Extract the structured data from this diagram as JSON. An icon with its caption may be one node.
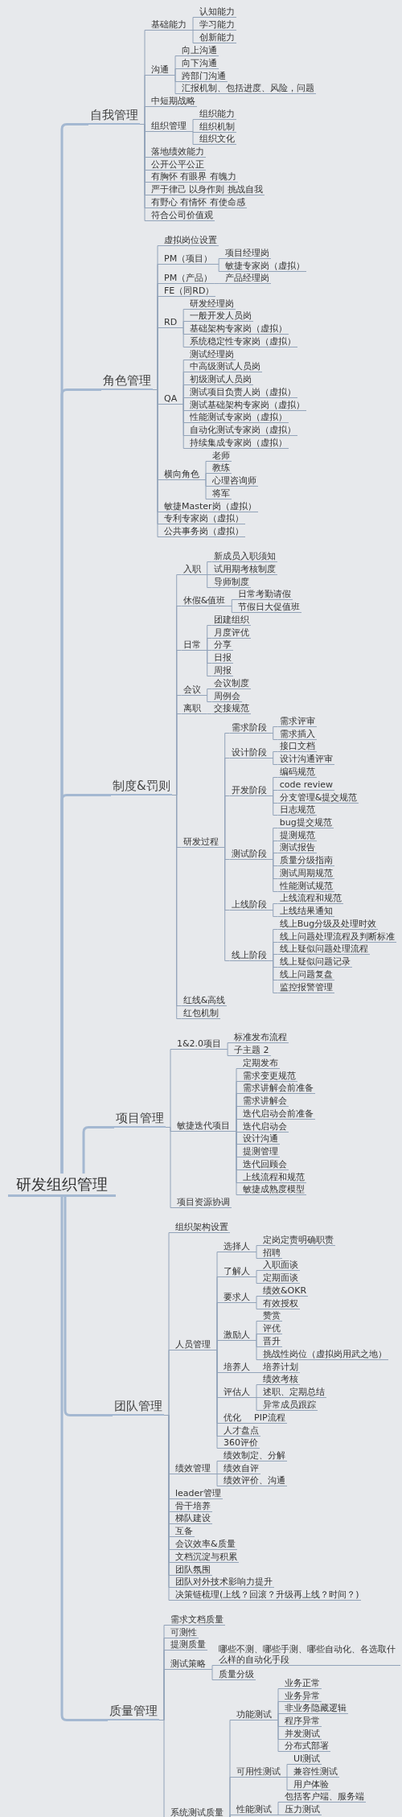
{
  "diagram": {
    "nodes": [
      {
        "text": [
          "研发组织管理"
        ]
      },
      {
        "text": [
          "自我管理"
        ]
      },
      {
        "text": [
          "基础能力"
        ]
      },
      {
        "text": [
          "认知能力"
        ]
      },
      {
        "text": [
          "学习能力"
        ]
      },
      {
        "text": [
          "创新能力"
        ]
      },
      {
        "text": [
          "沟通"
        ]
      },
      {
        "text": [
          "向上沟通"
        ]
      },
      {
        "text": [
          "向下沟通"
        ]
      },
      {
        "text": [
          "跨部门沟通"
        ]
      },
      {
        "text": [
          "汇报机制、包括进度、风险，问题"
        ]
      },
      {
        "text": [
          "中短期战略"
        ]
      },
      {
        "text": [
          "组织管理"
        ]
      },
      {
        "text": [
          "组织能力"
        ]
      },
      {
        "text": [
          "组织机制"
        ]
      },
      {
        "text": [
          "组织文化"
        ]
      },
      {
        "text": [
          "落地绩效能力"
        ]
      },
      {
        "text": [
          "公开公平公正"
        ]
      },
      {
        "text": [
          "有胸怀 有眼界 有魄力"
        ]
      },
      {
        "text": [
          "严于律己 以身作则 挑战自我"
        ]
      },
      {
        "text": [
          "有野心 有情怀 有使命感"
        ]
      },
      {
        "text": [
          "符合公司价值观"
        ]
      },
      {
        "text": [
          "角色管理"
        ]
      },
      {
        "text": [
          "虚拟岗位设置"
        ]
      },
      {
        "text": [
          "PM（项目）"
        ]
      },
      {
        "text": [
          "项目经理岗"
        ]
      },
      {
        "text": [
          "敏捷专家岗（虚拟）"
        ]
      },
      {
        "text": [
          "PM（产品）"
        ]
      },
      {
        "text": [
          "产品经理岗"
        ]
      },
      {
        "text": [
          "FE（同RD）"
        ]
      },
      {
        "text": [
          "RD"
        ]
      },
      {
        "text": [
          "研发经理岗"
        ]
      },
      {
        "text": [
          "一般开发人员岗"
        ]
      },
      {
        "text": [
          "基础架构专家岗（虚拟）"
        ]
      },
      {
        "text": [
          "系统稳定性专家岗（虚拟）"
        ]
      },
      {
        "text": [
          "QA"
        ]
      },
      {
        "text": [
          "测试经理岗"
        ]
      },
      {
        "text": [
          "中高级测试人员岗"
        ]
      },
      {
        "text": [
          "初级测试人员岗"
        ]
      },
      {
        "text": [
          "测试项目负责人岗（虚拟）"
        ]
      },
      {
        "text": [
          "测试基础架构专家岗（虚拟）"
        ]
      },
      {
        "text": [
          "性能测试专家岗（虚拟）"
        ]
      },
      {
        "text": [
          "自动化测试专家岗（虚拟）"
        ]
      },
      {
        "text": [
          "持续集成专家岗（虚拟）"
        ]
      },
      {
        "text": [
          "横向角色"
        ]
      },
      {
        "text": [
          "老师"
        ]
      },
      {
        "text": [
          "教练"
        ]
      },
      {
        "text": [
          "心理咨询师"
        ]
      },
      {
        "text": [
          "将军"
        ]
      },
      {
        "text": [
          "敏捷Master岗（虚拟）"
        ]
      },
      {
        "text": [
          "专利专家岗（虚拟）"
        ]
      },
      {
        "text": [
          "公共事务岗（虚拟）"
        ]
      },
      {
        "text": [
          "制度&罚则"
        ]
      },
      {
        "text": [
          "入职"
        ]
      },
      {
        "text": [
          "新成员入职须知"
        ]
      },
      {
        "text": [
          "试用期考核制度"
        ]
      },
      {
        "text": [
          "导师制度"
        ]
      },
      {
        "text": [
          "休假&值班"
        ]
      },
      {
        "text": [
          "日常考勤请假"
        ]
      },
      {
        "text": [
          "节假日大促值班"
        ]
      },
      {
        "text": [
          "日常"
        ]
      },
      {
        "text": [
          "团建组织"
        ]
      },
      {
        "text": [
          "月度评优"
        ]
      },
      {
        "text": [
          "分享"
        ]
      },
      {
        "text": [
          "日报"
        ]
      },
      {
        "text": [
          "周报"
        ]
      },
      {
        "text": [
          "会议"
        ]
      },
      {
        "text": [
          "会议制度"
        ]
      },
      {
        "text": [
          "周例会"
        ]
      },
      {
        "text": [
          "离职"
        ]
      },
      {
        "text": [
          "交接规范"
        ]
      },
      {
        "text": [
          "研发过程"
        ]
      },
      {
        "text": [
          "需求阶段"
        ]
      },
      {
        "text": [
          "需求评审"
        ]
      },
      {
        "text": [
          "需求插入"
        ]
      },
      {
        "text": [
          "设计阶段"
        ]
      },
      {
        "text": [
          "接口文档"
        ]
      },
      {
        "text": [
          "设计沟通评审"
        ]
      },
      {
        "text": [
          "开发阶段"
        ]
      },
      {
        "text": [
          "编码规范"
        ]
      },
      {
        "text": [
          "code review"
        ]
      },
      {
        "text": [
          "分支管理&提交规范"
        ]
      },
      {
        "text": [
          "日志规范"
        ]
      },
      {
        "text": [
          "测试阶段"
        ]
      },
      {
        "text": [
          "bug提交规范"
        ]
      },
      {
        "text": [
          "提测规范"
        ]
      },
      {
        "text": [
          "测试报告"
        ]
      },
      {
        "text": [
          "质量分级指南"
        ]
      },
      {
        "text": [
          "测试周期规范"
        ]
      },
      {
        "text": [
          "性能测试规范"
        ]
      },
      {
        "text": [
          "上线阶段"
        ]
      },
      {
        "text": [
          "上线流程和规范"
        ]
      },
      {
        "text": [
          "上线结果通知"
        ]
      },
      {
        "text": [
          "线上阶段"
        ]
      },
      {
        "text": [
          "线上Bug分级及处理时效"
        ]
      },
      {
        "text": [
          "线上问题处理流程及判断标准"
        ]
      },
      {
        "text": [
          "线上疑似问题处理流程"
        ]
      },
      {
        "text": [
          "线上疑似问题记录"
        ]
      },
      {
        "text": [
          "线上问题复盘"
        ]
      },
      {
        "text": [
          "监控报警管理"
        ]
      },
      {
        "text": [
          "红线&高线"
        ]
      },
      {
        "text": [
          "红包机制"
        ]
      },
      {
        "text": [
          "项目管理"
        ]
      },
      {
        "text": [
          "1&2.0项目"
        ]
      },
      {
        "text": [
          "标准发布流程"
        ]
      },
      {
        "text": [
          "子主题 2"
        ]
      },
      {
        "text": [
          "敏捷迭代项目"
        ]
      },
      {
        "text": [
          "定期发布"
        ]
      },
      {
        "text": [
          "需求变更规范"
        ]
      },
      {
        "text": [
          "需求讲解会前准备"
        ]
      },
      {
        "text": [
          "需求讲解会"
        ]
      },
      {
        "text": [
          "迭代启动会前准备"
        ]
      },
      {
        "text": [
          "迭代启动会"
        ]
      },
      {
        "text": [
          "设计沟通"
        ]
      },
      {
        "text": [
          "提测管理"
        ]
      },
      {
        "text": [
          "迭代回顾会"
        ]
      },
      {
        "text": [
          "上线流程和规范"
        ]
      },
      {
        "text": [
          "敏捷成熟度模型"
        ]
      },
      {
        "text": [
          "项目资源协调"
        ]
      },
      {
        "text": [
          "团队管理"
        ]
      },
      {
        "text": [
          "组织架构设置"
        ]
      },
      {
        "text": [
          "人员管理"
        ]
      },
      {
        "text": [
          "选择人"
        ]
      },
      {
        "text": [
          "定岗定责明确职责"
        ]
      },
      {
        "text": [
          "招聘"
        ]
      },
      {
        "text": [
          "了解人"
        ]
      },
      {
        "text": [
          "入职面谈"
        ]
      },
      {
        "text": [
          "定期面谈"
        ]
      },
      {
        "text": [
          "要求人"
        ]
      },
      {
        "text": [
          "绩效&OKR"
        ]
      },
      {
        "text": [
          "有效授权"
        ]
      },
      {
        "text": [
          "激励人"
        ]
      },
      {
        "text": [
          "赞赏"
        ]
      },
      {
        "text": [
          "评优"
        ]
      },
      {
        "text": [
          "晋升"
        ]
      },
      {
        "text": [
          "挑战性岗位（虚拟岗用武之地）"
        ]
      },
      {
        "text": [
          "培养人"
        ]
      },
      {
        "text": [
          "培养计划"
        ]
      },
      {
        "text": [
          "评估人"
        ]
      },
      {
        "text": [
          "绩效考核"
        ]
      },
      {
        "text": [
          "述职、定期总结"
        ]
      },
      {
        "text": [
          "异常成员跟踪"
        ]
      },
      {
        "text": [
          "优化"
        ]
      },
      {
        "text": [
          "PIP流程"
        ]
      },
      {
        "text": [
          "人才盘点"
        ]
      },
      {
        "text": [
          "360评价"
        ]
      },
      {
        "text": [
          "绩效管理"
        ]
      },
      {
        "text": [
          "绩效制定、分解"
        ]
      },
      {
        "text": [
          "绩效自评"
        ]
      },
      {
        "text": [
          "绩效评价、沟通"
        ]
      },
      {
        "text": [
          "leader管理"
        ]
      },
      {
        "text": [
          "骨干培养"
        ]
      },
      {
        "text": [
          "梯队建设"
        ]
      },
      {
        "text": [
          "互备"
        ]
      },
      {
        "text": [
          "会议效率&质量"
        ]
      },
      {
        "text": [
          "文档沉淀与积累"
        ]
      },
      {
        "text": [
          "团队氛围"
        ]
      },
      {
        "text": [
          "团队对外技术影响力提升"
        ]
      },
      {
        "text": [
          "决策链梳理(上线？回滚？升级再上线？时间？)"
        ]
      },
      {
        "text": [
          "质量管理"
        ]
      },
      {
        "text": [
          "需求文档质量"
        ]
      },
      {
        "text": [
          "可测性"
        ]
      },
      {
        "text": [
          "提测质量"
        ]
      },
      {
        "text": [
          "测试策略"
        ]
      },
      {
        "text": [
          "哪些不测、哪些手测、哪些自动化、各选取什么样的自动化手段"
        ]
      },
      {
        "text": [
          "质量分级"
        ]
      },
      {
        "text": [
          "系统测试质量"
        ]
      },
      {
        "text": [
          "功能测试"
        ]
      },
      {
        "text": [
          "业务正常"
        ]
      },
      {
        "text": [
          "业务异常"
        ]
      },
      {
        "text": [
          "非业务隐藏逻辑"
        ]
      },
      {
        "text": [
          "程序异常"
        ]
      },
      {
        "text": [
          "并发测试"
        ]
      },
      {
        "text": [
          "分布式部署"
        ]
      },
      {
        "text": [
          "可用性测试"
        ]
      },
      {
        "text": [
          "UI测试"
        ]
      },
      {
        "text": [
          "兼容性测试"
        ]
      },
      {
        "text": [
          "用户体验"
        ]
      },
      {
        "text": [
          "性能测试"
        ]
      },
      {
        "text": [
          "包括客户端、服务端"
        ]
      },
      {
        "text": [
          "压力测试"
        ]
      }
    ],
    "edges": [
      {
        "from": 0,
        "to": 1,
        "arrow": "none"
      },
      {
        "from": 1,
        "to": 2,
        "arrow": "none"
      },
      {
        "from": 2,
        "to": 3,
        "arrow": "none"
      },
      {
        "from": 2,
        "to": 4,
        "arrow": "none"
      },
      {
        "from": 2,
        "to": 5,
        "arrow": "none"
      },
      {
        "from": 1,
        "to": 6,
        "arrow": "none"
      },
      {
        "from": 6,
        "to": 7,
        "arrow": "none"
      },
      {
        "from": 6,
        "to": 8,
        "arrow": "none"
      },
      {
        "from": 6,
        "to": 9,
        "arrow": "none"
      },
      {
        "from": 6,
        "to": 10,
        "arrow": "none"
      },
      {
        "from": 1,
        "to": 11,
        "arrow": "none"
      },
      {
        "from": 1,
        "to": 12,
        "arrow": "none"
      },
      {
        "from": 12,
        "to": 13,
        "arrow": "none"
      },
      {
        "from": 12,
        "to": 14,
        "arrow": "none"
      },
      {
        "from": 12,
        "to": 15,
        "arrow": "none"
      },
      {
        "from": 1,
        "to": 16,
        "arrow": "none"
      },
      {
        "from": 1,
        "to": 17,
        "arrow": "none"
      },
      {
        "from": 1,
        "to": 18,
        "arrow": "none"
      },
      {
        "from": 1,
        "to": 19,
        "arrow": "none"
      },
      {
        "from": 1,
        "to": 20,
        "arrow": "none"
      },
      {
        "from": 1,
        "to": 21,
        "arrow": "none"
      },
      {
        "from": 0,
        "to": 22,
        "arrow": "none"
      },
      {
        "from": 22,
        "to": 23,
        "arrow": "none"
      },
      {
        "from": 22,
        "to": 24,
        "arrow": "none"
      },
      {
        "from": 24,
        "to": 25,
        "arrow": "none"
      },
      {
        "from": 24,
        "to": 26,
        "arrow": "none"
      },
      {
        "from": 22,
        "to": 27,
        "arrow": "none"
      },
      {
        "from": 27,
        "to": 28,
        "arrow": "none"
      },
      {
        "from": 22,
        "to": 29,
        "arrow": "none"
      },
      {
        "from": 22,
        "to": 30,
        "arrow": "none"
      },
      {
        "from": 30,
        "to": 31,
        "arrow": "none"
      },
      {
        "from": 30,
        "to": 32,
        "arrow": "none"
      },
      {
        "from": 30,
        "to": 33,
        "arrow": "none"
      },
      {
        "from": 30,
        "to": 34,
        "arrow": "none"
      },
      {
        "from": 22,
        "to": 35,
        "arrow": "none"
      },
      {
        "from": 35,
        "to": 36,
        "arrow": "none"
      },
      {
        "from": 35,
        "to": 37,
        "arrow": "none"
      },
      {
        "from": 35,
        "to": 38,
        "arrow": "none"
      },
      {
        "from": 35,
        "to": 39,
        "arrow": "none"
      },
      {
        "from": 35,
        "to": 40,
        "arrow": "none"
      },
      {
        "from": 35,
        "to": 41,
        "arrow": "none"
      },
      {
        "from": 35,
        "to": 42,
        "arrow": "none"
      },
      {
        "from": 35,
        "to": 43,
        "arrow": "none"
      },
      {
        "from": 22,
        "to": 44,
        "arrow": "none"
      },
      {
        "from": 44,
        "to": 45,
        "arrow": "none"
      },
      {
        "from": 44,
        "to": 46,
        "arrow": "none"
      },
      {
        "from": 44,
        "to": 47,
        "arrow": "none"
      },
      {
        "from": 44,
        "to": 48,
        "arrow": "none"
      },
      {
        "from": 22,
        "to": 49,
        "arrow": "none"
      },
      {
        "from": 22,
        "to": 50,
        "arrow": "none"
      },
      {
        "from": 22,
        "to": 51,
        "arrow": "none"
      },
      {
        "from": 0,
        "to": 52,
        "arrow": "none"
      },
      {
        "from": 52,
        "to": 53,
        "arrow": "none"
      },
      {
        "from": 53,
        "to": 54,
        "arrow": "none"
      },
      {
        "from": 53,
        "to": 55,
        "arrow": "none"
      },
      {
        "from": 53,
        "to": 56,
        "arrow": "none"
      },
      {
        "from": 52,
        "to": 57,
        "arrow": "none"
      },
      {
        "from": 57,
        "to": 58,
        "arrow": "none"
      },
      {
        "from": 57,
        "to": 59,
        "arrow": "none"
      },
      {
        "from": 52,
        "to": 60,
        "arrow": "none"
      },
      {
        "from": 60,
        "to": 61,
        "arrow": "none"
      },
      {
        "from": 60,
        "to": 62,
        "arrow": "none"
      },
      {
        "from": 60,
        "to": 63,
        "arrow": "none"
      },
      {
        "from": 60,
        "to": 64,
        "arrow": "none"
      },
      {
        "from": 60,
        "to": 65,
        "arrow": "none"
      },
      {
        "from": 52,
        "to": 66,
        "arrow": "none"
      },
      {
        "from": 66,
        "to": 67,
        "arrow": "none"
      },
      {
        "from": 66,
        "to": 68,
        "arrow": "none"
      },
      {
        "from": 52,
        "to": 69,
        "arrow": "none"
      },
      {
        "from": 69,
        "to": 70,
        "arrow": "none"
      },
      {
        "from": 52,
        "to": 71,
        "arrow": "none"
      },
      {
        "from": 71,
        "to": 72,
        "arrow": "none"
      },
      {
        "from": 72,
        "to": 73,
        "arrow": "none"
      },
      {
        "from": 72,
        "to": 74,
        "arrow": "none"
      },
      {
        "from": 71,
        "to": 75,
        "arrow": "none"
      },
      {
        "from": 75,
        "to": 76,
        "arrow": "none"
      },
      {
        "from": 75,
        "to": 77,
        "arrow": "none"
      },
      {
        "from": 71,
        "to": 78,
        "arrow": "none"
      },
      {
        "from": 78,
        "to": 79,
        "arrow": "none"
      },
      {
        "from": 78,
        "to": 80,
        "arrow": "none"
      },
      {
        "from": 78,
        "to": 81,
        "arrow": "none"
      },
      {
        "from": 78,
        "to": 82,
        "arrow": "none"
      },
      {
        "from": 71,
        "to": 83,
        "arrow": "none"
      },
      {
        "from": 83,
        "to": 84,
        "arrow": "none"
      },
      {
        "from": 83,
        "to": 85,
        "arrow": "none"
      },
      {
        "from": 83,
        "to": 86,
        "arrow": "none"
      },
      {
        "from": 83,
        "to": 87,
        "arrow": "none"
      },
      {
        "from": 83,
        "to": 88,
        "arrow": "none"
      },
      {
        "from": 83,
        "to": 89,
        "arrow": "none"
      },
      {
        "from": 71,
        "to": 90,
        "arrow": "none"
      },
      {
        "from": 90,
        "to": 91,
        "arrow": "none"
      },
      {
        "from": 90,
        "to": 92,
        "arrow": "none"
      },
      {
        "from": 71,
        "to": 93,
        "arrow": "none"
      },
      {
        "from": 93,
        "to": 94,
        "arrow": "none"
      },
      {
        "from": 93,
        "to": 95,
        "arrow": "none"
      },
      {
        "from": 93,
        "to": 96,
        "arrow": "none"
      },
      {
        "from": 93,
        "to": 97,
        "arrow": "none"
      },
      {
        "from": 93,
        "to": 98,
        "arrow": "none"
      },
      {
        "from": 93,
        "to": 99,
        "arrow": "none"
      },
      {
        "from": 52,
        "to": 100,
        "arrow": "none"
      },
      {
        "from": 52,
        "to": 101,
        "arrow": "none"
      },
      {
        "from": 0,
        "to": 102,
        "arrow": "none"
      },
      {
        "from": 102,
        "to": 103,
        "arrow": "none"
      },
      {
        "from": 103,
        "to": 104,
        "arrow": "none"
      },
      {
        "from": 103,
        "to": 105,
        "arrow": "none"
      },
      {
        "from": 102,
        "to": 106,
        "arrow": "none"
      },
      {
        "from": 106,
        "to": 107,
        "arrow": "none"
      },
      {
        "from": 106,
        "to": 108,
        "arrow": "none"
      },
      {
        "from": 106,
        "to": 109,
        "arrow": "none"
      },
      {
        "from": 106,
        "to": 110,
        "arrow": "none"
      },
      {
        "from": 106,
        "to": 111,
        "arrow": "none"
      },
      {
        "from": 106,
        "to": 112,
        "arrow": "none"
      },
      {
        "from": 106,
        "to": 113,
        "arrow": "none"
      },
      {
        "from": 106,
        "to": 114,
        "arrow": "none"
      },
      {
        "from": 106,
        "to": 115,
        "arrow": "none"
      },
      {
        "from": 106,
        "to": 116,
        "arrow": "none"
      },
      {
        "from": 106,
        "to": 117,
        "arrow": "none"
      },
      {
        "from": 102,
        "to": 118,
        "arrow": "none"
      },
      {
        "from": 0,
        "to": 119,
        "arrow": "none"
      },
      {
        "from": 119,
        "to": 120,
        "arrow": "none"
      },
      {
        "from": 119,
        "to": 121,
        "arrow": "none"
      },
      {
        "from": 121,
        "to": 122,
        "arrow": "none"
      },
      {
        "from": 122,
        "to": 123,
        "arrow": "none"
      },
      {
        "from": 122,
        "to": 124,
        "arrow": "none"
      },
      {
        "from": 121,
        "to": 125,
        "arrow": "none"
      },
      {
        "from": 125,
        "to": 126,
        "arrow": "none"
      },
      {
        "from": 125,
        "to": 127,
        "arrow": "none"
      },
      {
        "from": 121,
        "to": 128,
        "arrow": "none"
      },
      {
        "from": 128,
        "to": 129,
        "arrow": "none"
      },
      {
        "from": 128,
        "to": 130,
        "arrow": "none"
      },
      {
        "from": 121,
        "to": 131,
        "arrow": "none"
      },
      {
        "from": 131,
        "to": 132,
        "arrow": "none"
      },
      {
        "from": 131,
        "to": 133,
        "arrow": "none"
      },
      {
        "from": 131,
        "to": 134,
        "arrow": "none"
      },
      {
        "from": 131,
        "to": 135,
        "arrow": "none"
      },
      {
        "from": 121,
        "to": 136,
        "arrow": "none"
      },
      {
        "from": 136,
        "to": 137,
        "arrow": "none"
      },
      {
        "from": 121,
        "to": 138,
        "arrow": "none"
      },
      {
        "from": 138,
        "to": 139,
        "arrow": "none"
      },
      {
        "from": 138,
        "to": 140,
        "arrow": "none"
      },
      {
        "from": 138,
        "to": 141,
        "arrow": "none"
      },
      {
        "from": 121,
        "to": 142,
        "arrow": "none"
      },
      {
        "from": 142,
        "to": 143,
        "arrow": "none"
      },
      {
        "from": 121,
        "to": 144,
        "arrow": "none"
      },
      {
        "from": 121,
        "to": 145,
        "arrow": "none"
      },
      {
        "from": 119,
        "to": 146,
        "arrow": "none"
      },
      {
        "from": 146,
        "to": 147,
        "arrow": "none"
      },
      {
        "from": 146,
        "to": 148,
        "arrow": "none"
      },
      {
        "from": 146,
        "to": 149,
        "arrow": "none"
      },
      {
        "from": 119,
        "to": 150,
        "arrow": "none"
      },
      {
        "from": 119,
        "to": 151,
        "arrow": "none"
      },
      {
        "from": 119,
        "to": 152,
        "arrow": "none"
      },
      {
        "from": 119,
        "to": 153,
        "arrow": "none"
      },
      {
        "from": 119,
        "to": 154,
        "arrow": "none"
      },
      {
        "from": 119,
        "to": 155,
        "arrow": "none"
      },
      {
        "from": 119,
        "to": 156,
        "arrow": "none"
      },
      {
        "from": 119,
        "to": 157,
        "arrow": "none"
      },
      {
        "from": 119,
        "to": 158,
        "arrow": "none"
      },
      {
        "from": 0,
        "to": 159,
        "arrow": "none"
      },
      {
        "from": 159,
        "to": 160,
        "arrow": "none"
      },
      {
        "from": 159,
        "to": 161,
        "arrow": "none"
      },
      {
        "from": 159,
        "to": 162,
        "arrow": "none"
      },
      {
        "from": 159,
        "to": 163,
        "arrow": "none"
      },
      {
        "from": 163,
        "to": 164,
        "arrow": "none"
      },
      {
        "from": 163,
        "to": 165,
        "arrow": "none"
      },
      {
        "from": 159,
        "to": 166,
        "arrow": "none"
      },
      {
        "from": 166,
        "to": 167,
        "arrow": "none"
      },
      {
        "from": 167,
        "to": 168,
        "arrow": "none"
      },
      {
        "from": 167,
        "to": 169,
        "arrow": "none"
      },
      {
        "from": 167,
        "to": 170,
        "arrow": "none"
      },
      {
        "from": 167,
        "to": 171,
        "arrow": "none"
      },
      {
        "from": 167,
        "to": 172,
        "arrow": "none"
      },
      {
        "from": 167,
        "to": 173,
        "arrow": "none"
      },
      {
        "from": 166,
        "to": 174,
        "arrow": "none"
      },
      {
        "from": 174,
        "to": 175,
        "arrow": "none"
      },
      {
        "from": 174,
        "to": 176,
        "arrow": "none"
      },
      {
        "from": 174,
        "to": 177,
        "arrow": "none"
      },
      {
        "from": 166,
        "to": 178,
        "arrow": "none"
      },
      {
        "from": 178,
        "to": 179,
        "arrow": "none"
      },
      {
        "from": 178,
        "to": 180,
        "arrow": "none"
      }
    ]
  }
}
